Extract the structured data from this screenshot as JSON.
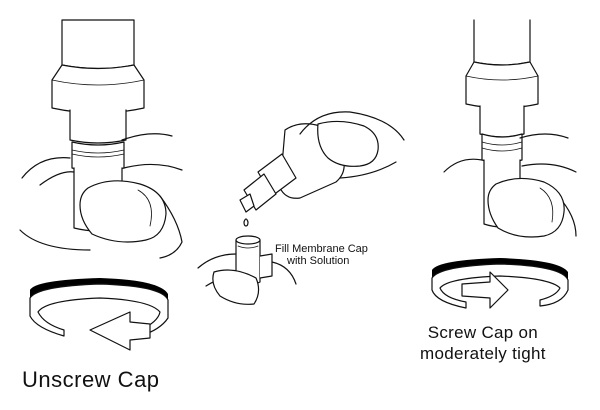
{
  "captions": {
    "unscrew": "Unscrew Cap",
    "fill_line1": "Fill Membrane Cap",
    "fill_line2": "with Solution",
    "screw_line1": "Screw Cap on",
    "screw_line2": "moderately tight"
  },
  "colors": {
    "line": "#111111",
    "band": "#000000",
    "background": "#ffffff"
  }
}
